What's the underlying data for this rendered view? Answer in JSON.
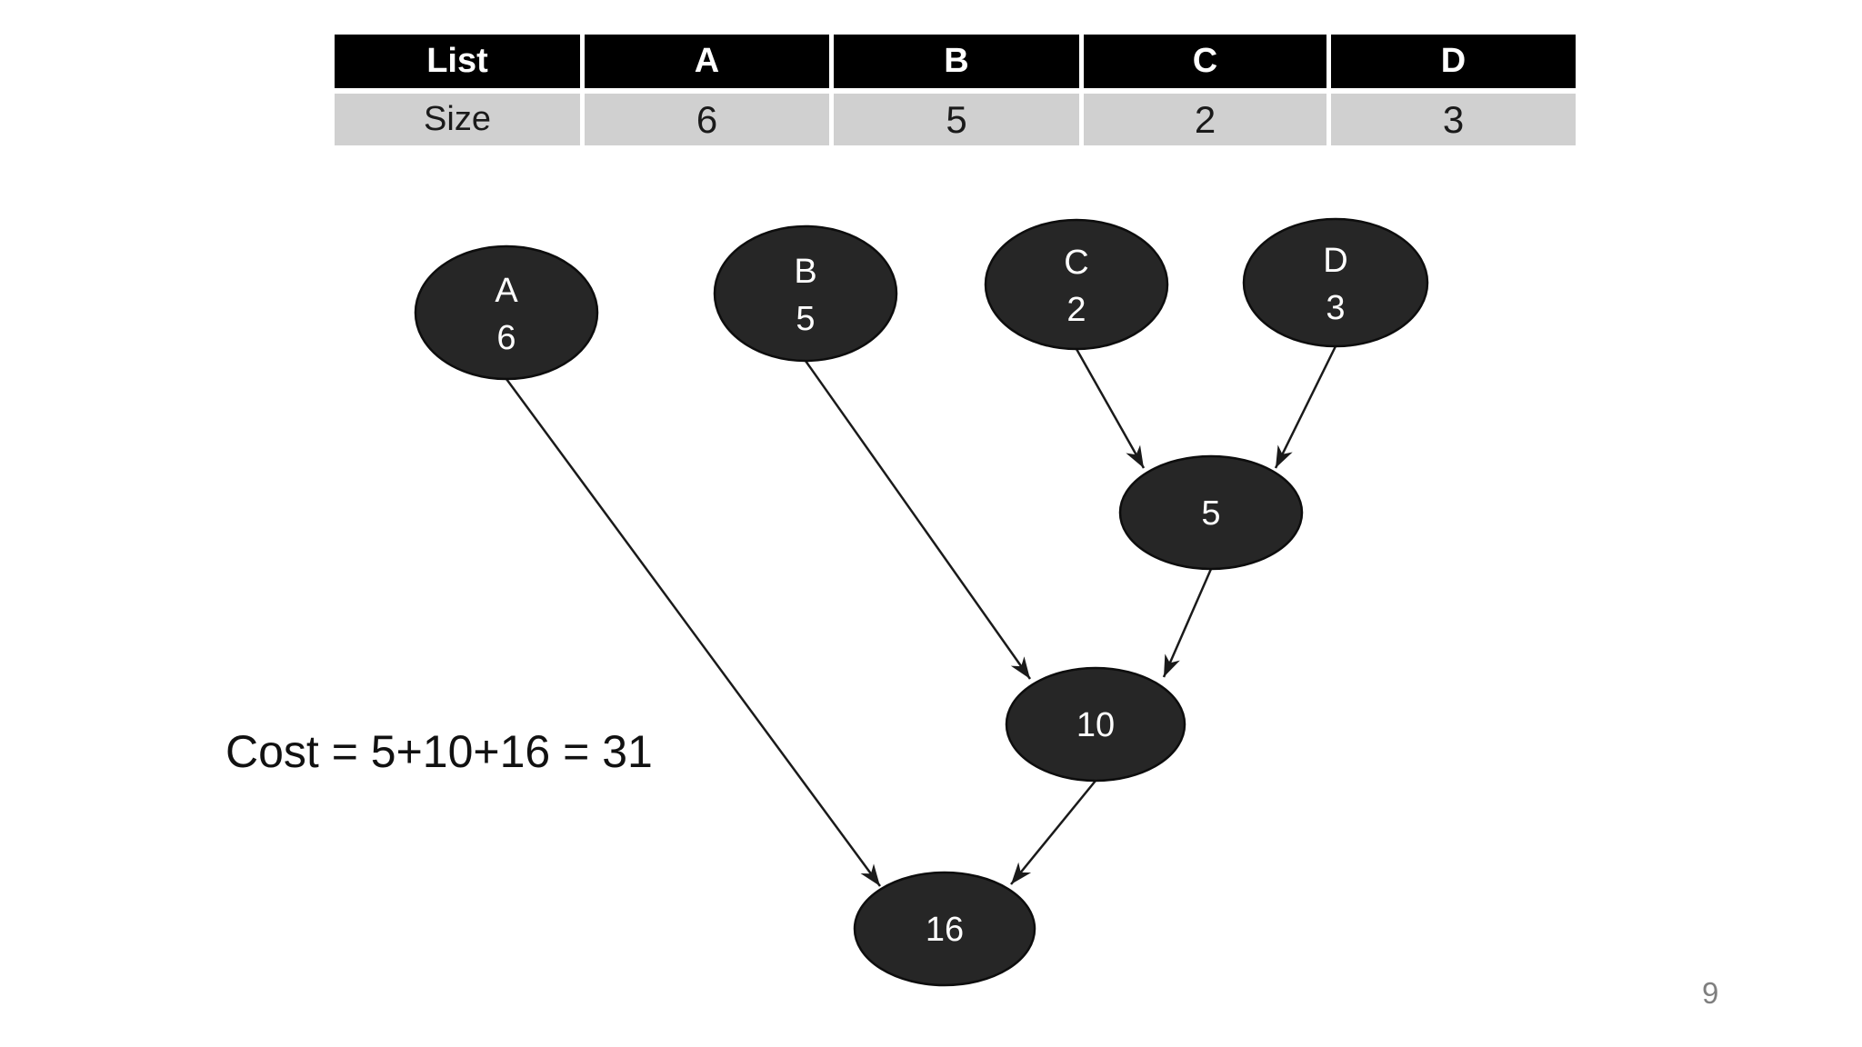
{
  "slide": {
    "cost_text": "Cost = 5+10+16 = 31",
    "page_number": "9"
  },
  "table": {
    "headers": [
      "List",
      "A",
      "B",
      "C",
      "D"
    ],
    "row": [
      "Size",
      "6",
      "5",
      "2",
      "3"
    ]
  },
  "diagram": {
    "nodes": {
      "a": {
        "label": "A",
        "size": "6"
      },
      "b": {
        "label": "B",
        "size": "5"
      },
      "c": {
        "label": "C",
        "size": "2"
      },
      "d": {
        "label": "D",
        "size": "3"
      },
      "merge1": {
        "label": "5"
      },
      "merge2": {
        "label": "10"
      },
      "merge3": {
        "label": "16"
      }
    },
    "edges": [
      "A to 16",
      "B to 10",
      "C to 5",
      "D to 5",
      "5 to 10",
      "10 to 16"
    ]
  },
  "colors": {
    "background": "#ffffff",
    "node_fill": "#262626",
    "node_stroke": "#0d0d0d",
    "edge": "#1a1a1a",
    "table_header_bg": "#000000",
    "table_header_text": "#ffffff",
    "table_row_bg": "#d0d0d0",
    "table_row_text": "#1a1a1a",
    "cost_text_color": "#111111",
    "page_number_color": "#7f7f7f"
  }
}
